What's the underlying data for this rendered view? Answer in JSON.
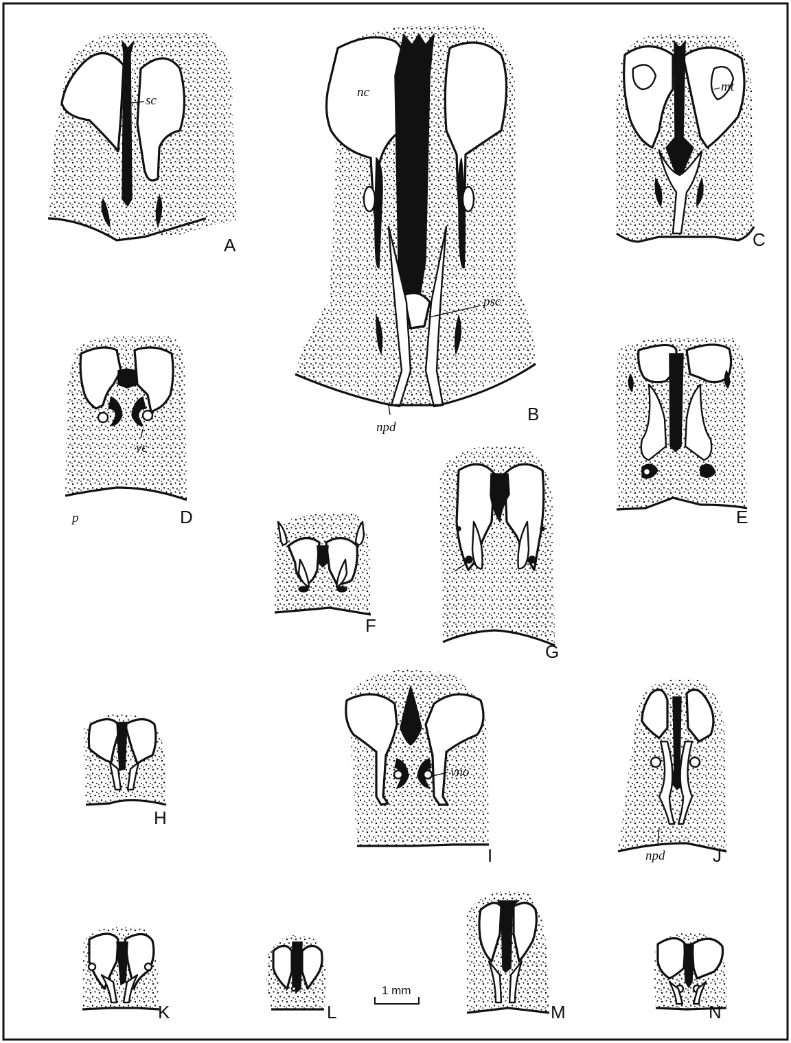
{
  "panels": {
    "A": {
      "letter": "A",
      "labels": {
        "sc": "sc"
      }
    },
    "B": {
      "letter": "B",
      "labels": {
        "nc": "nc",
        "psc": "psc",
        "npd": "npd"
      }
    },
    "C": {
      "letter": "C",
      "labels": {
        "mt": "mt"
      }
    },
    "D": {
      "letter": "D",
      "labels": {
        "vc": "vc",
        "p": "p"
      }
    },
    "E": {
      "letter": "E"
    },
    "F": {
      "letter": "F"
    },
    "G": {
      "letter": "G"
    },
    "H": {
      "letter": "H"
    },
    "I": {
      "letter": "I",
      "labels": {
        "vno": "vno"
      }
    },
    "J": {
      "letter": "J",
      "labels": {
        "npd": "npd"
      }
    },
    "K": {
      "letter": "K"
    },
    "L": {
      "letter": "L"
    },
    "M": {
      "letter": "M"
    },
    "N": {
      "letter": "N"
    }
  },
  "scale_bar": {
    "label": "1 mm"
  },
  "colors": {
    "ink": "#111111",
    "paper": "#ffffff"
  }
}
